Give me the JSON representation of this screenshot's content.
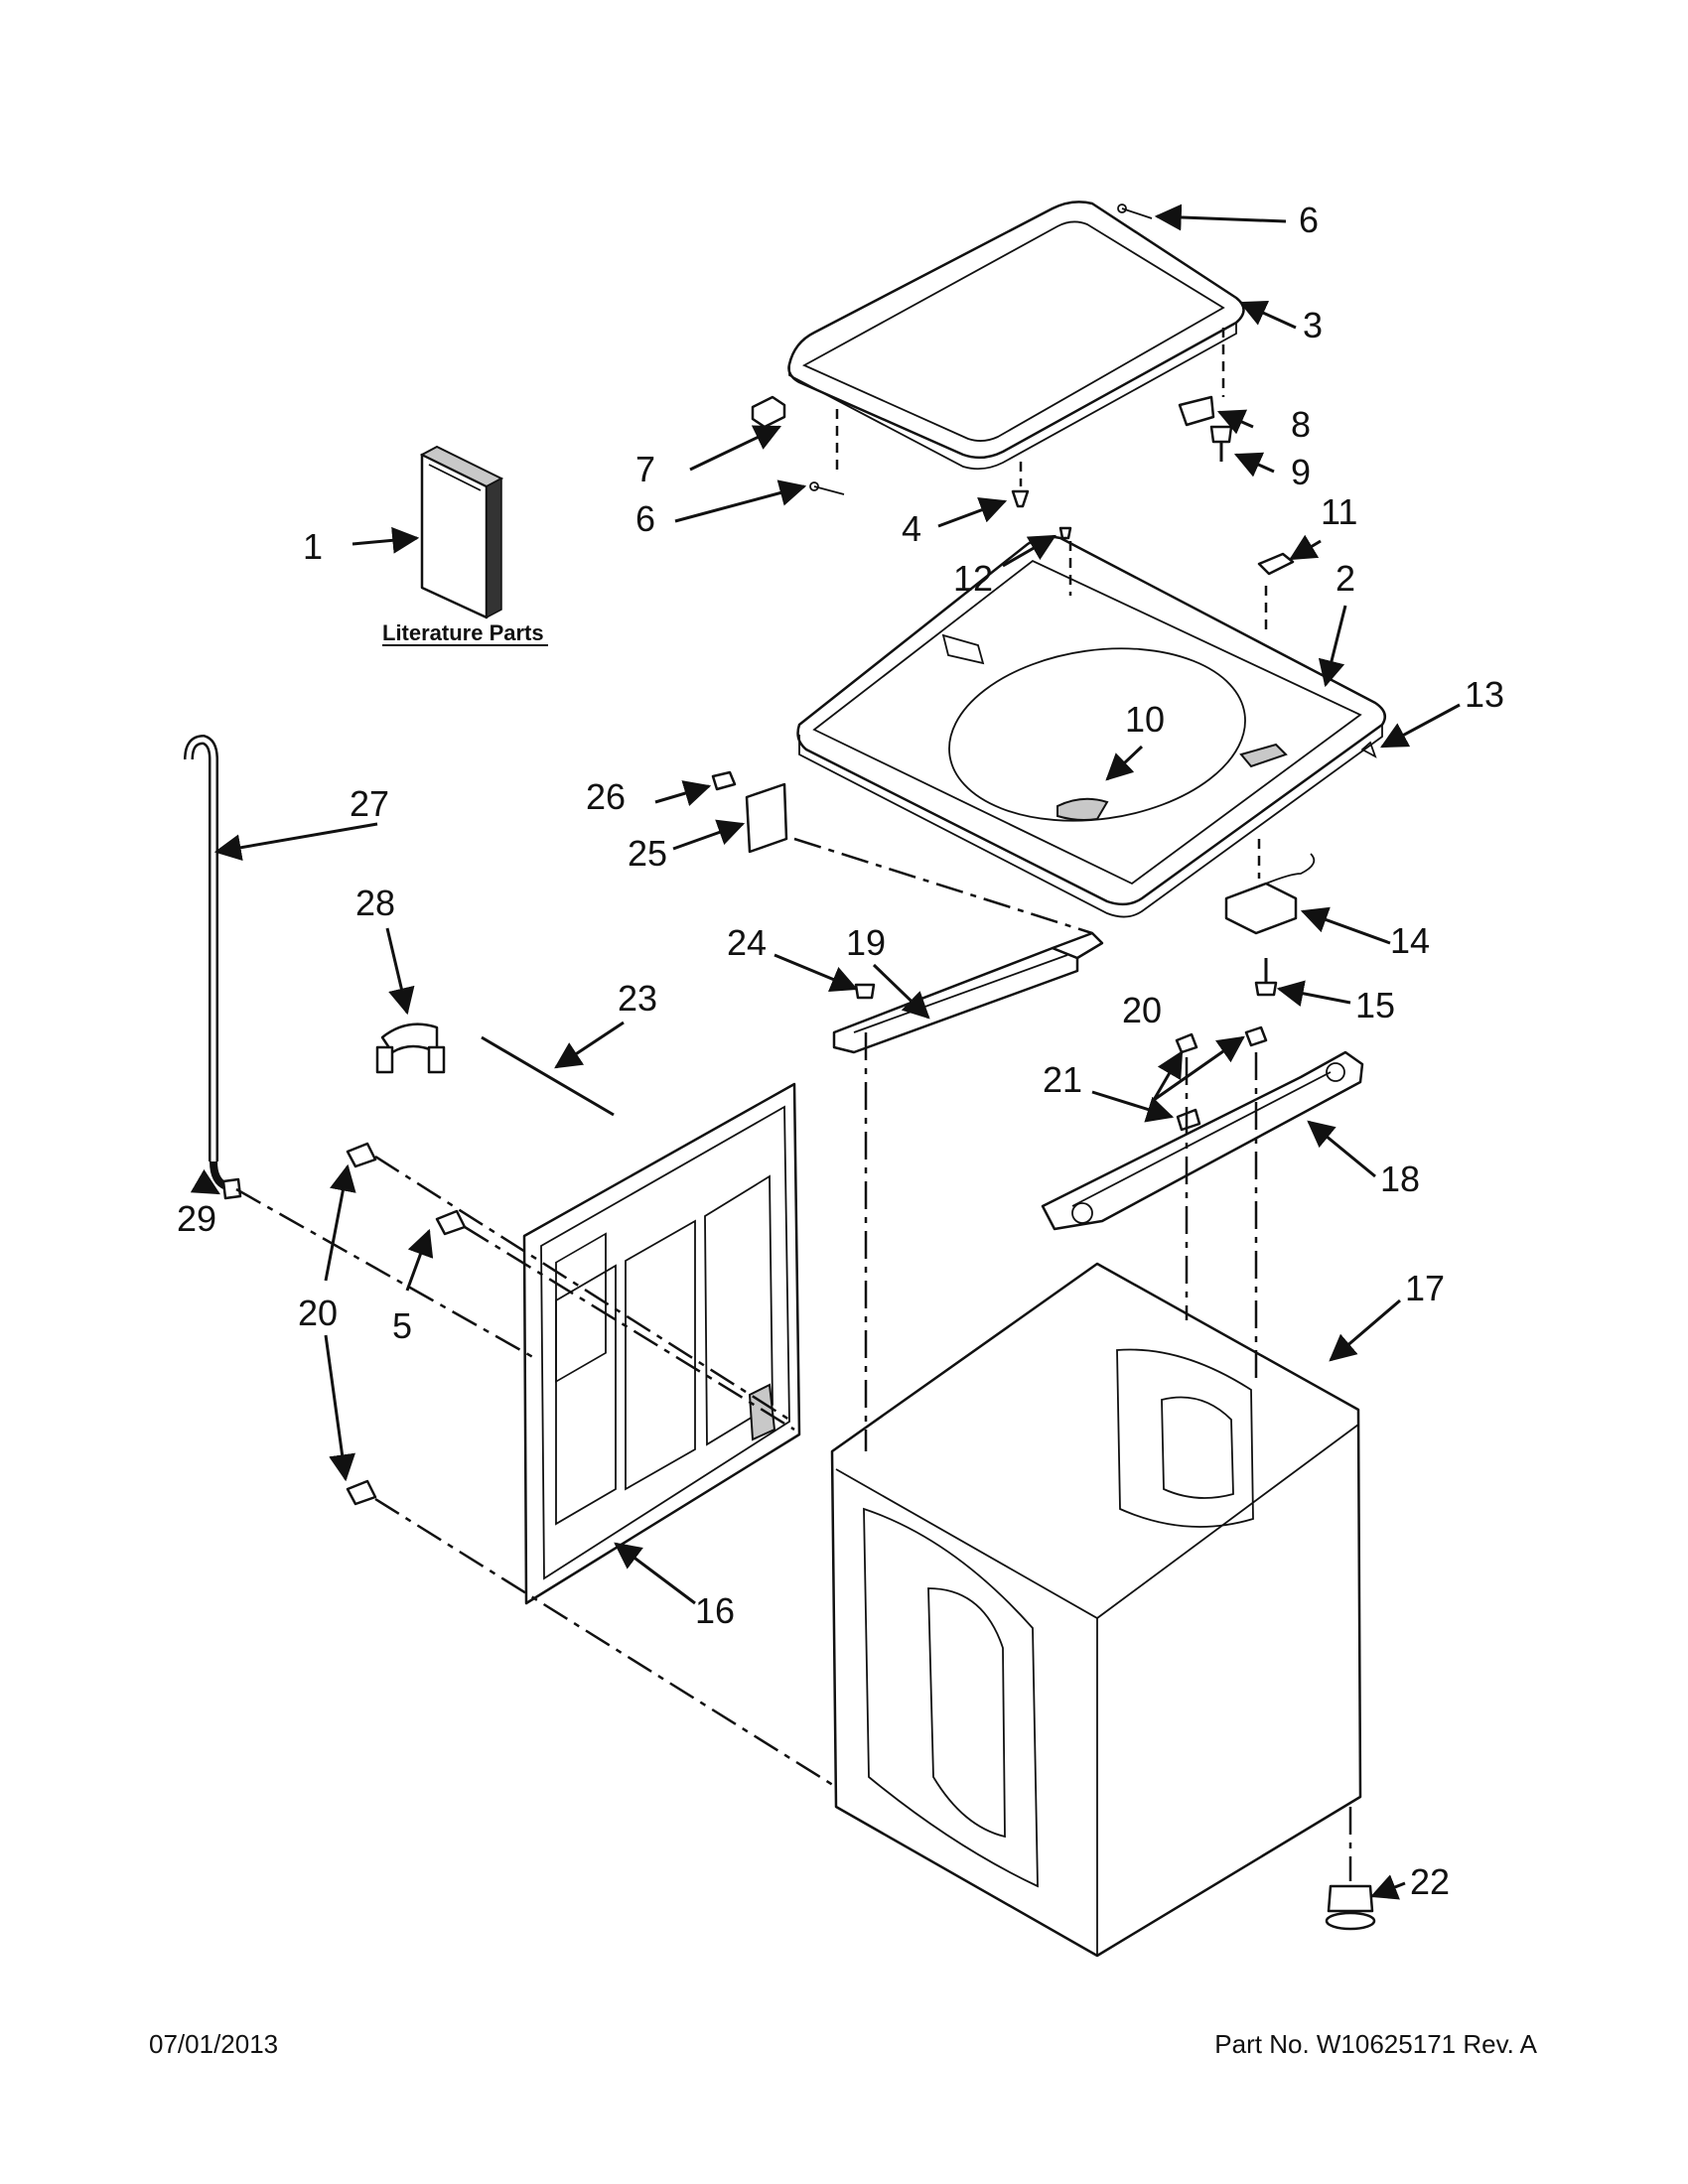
{
  "callouts": {
    "c1": "1",
    "c2": "2",
    "c3": "3",
    "c4": "4",
    "c5": "5",
    "c6a": "6",
    "c6b": "6",
    "c7": "7",
    "c8": "8",
    "c9": "9",
    "c10": "10",
    "c11": "11",
    "c12": "12",
    "c13": "13",
    "c14": "14",
    "c15": "15",
    "c16": "16",
    "c17": "17",
    "c18": "18",
    "c19": "19",
    "c20a": "20",
    "c20b": "20",
    "c21": "21",
    "c22": "22",
    "c23": "23",
    "c24": "24",
    "c25": "25",
    "c26": "26",
    "c27": "27",
    "c28": "28",
    "c29": "29"
  },
  "literature_label": "Literature Parts",
  "footer": {
    "date": "07/01/2013",
    "part_no": "Part No.  W10625171  Rev.  A"
  }
}
